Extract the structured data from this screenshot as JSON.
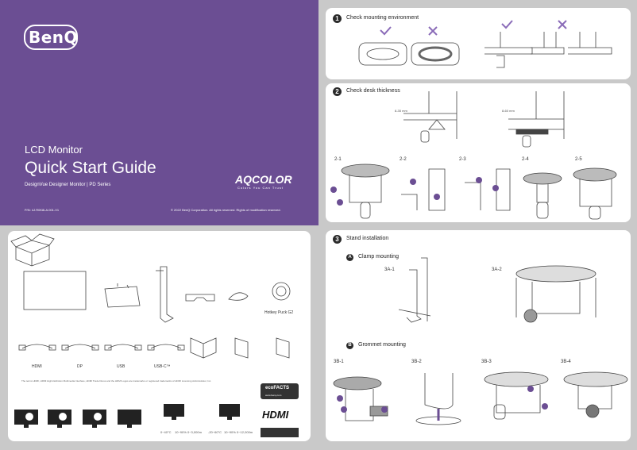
{
  "cover": {
    "brand": "BenQ",
    "product": "LCD Monitor",
    "title": "Quick Start Guide",
    "subtitle": "DesignVue Designer Monitor  |  PD Series",
    "part_number": "P/N: 4J.R0K8LA.001-V1",
    "copyright": "© 2022 BenQ Corporation. All rights reserved. Rights of modification reserved.",
    "aqcolor": "AQCOLOR",
    "aqcolor_tagline": "Colors You Can Trust"
  },
  "box_contents": {
    "items": [
      "Hotkey Puck G2",
      "HDMI",
      "DP",
      "USB",
      "USB-C™"
    ],
    "legal": "The terms HDMI, HDMI High-Definition Multimedia Interface, HDMI Trade Dress and the HDMI Logos are trademarks or registered trademarks of HDMI Licensing Administrator, Inc."
  },
  "logos": {
    "ecofacts": "ecoFACTS",
    "ecofacts_sub": "www.benq.com",
    "hdmi": "HDMI"
  },
  "env_labels": {
    "row1": [
      "0~40°C",
      "10~90%",
      "0~3,000m"
    ],
    "row2": [
      "-20~60°C",
      "10~90%",
      "0~12,000m"
    ]
  },
  "step1": {
    "number": "1",
    "title": "Check mounting environment"
  },
  "step2": {
    "number": "2",
    "title": "Check desk thickness",
    "dims": [
      "8-35 mm",
      "8-60 mm"
    ],
    "substeps": [
      "2-1",
      "2-2",
      "2-3",
      "2-4",
      "2-5"
    ]
  },
  "step3": {
    "number": "3",
    "title": "Stand installation",
    "a_badge": "A",
    "a_title": "Clamp mounting",
    "a_steps": [
      "3A-1",
      "3A-2"
    ],
    "b_badge": "B",
    "b_title": "Grommet mounting",
    "b_steps": [
      "3B-1",
      "3B-2",
      "3B-3",
      "3B-4"
    ]
  },
  "colors": {
    "cover_purple": "#6b4e93",
    "accent_purple": "#7b5ba6",
    "check_purple": "#8a6bb8"
  }
}
